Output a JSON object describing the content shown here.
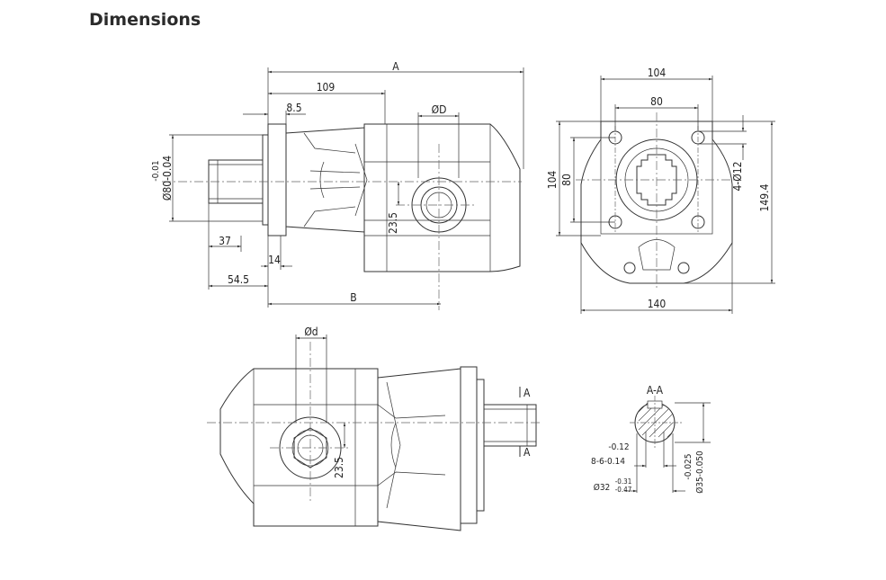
{
  "title": "Dimensions",
  "dimensions": {
    "side_view": {
      "overall_length": "A",
      "flange_to_center": "B",
      "body_length": "109",
      "flange_thickness": "8.5",
      "port_diameter": "ØD",
      "port_offset": "23.5",
      "shaft_length": "37",
      "shaft_to_flange": "54.5",
      "spigot": "14",
      "pilot_diameter": "Ø80-0.04",
      "pilot_tolerance": "-0.01"
    },
    "front_view": {
      "bolt_pitch_outer": "104",
      "bolt_pitch_inner": "80",
      "height_outer": "104",
      "height_inner": "80",
      "bolt_holes": "4-Ø12",
      "overall_height": "149.4",
      "overall_width": "140"
    },
    "top_view": {
      "port_diameter": "Ød",
      "port_offset": "23.5",
      "section_marker_top": "A",
      "section_marker_bottom": "A"
    },
    "section_view": {
      "label": "A-A",
      "spline_tolerance": "-0.12",
      "spline_spec": "8-6-0.14",
      "minor_diameter": "Ø32",
      "minor_tol_upper": "-0.31",
      "minor_tol_lower": "-0.47",
      "shaft_tol_upper": "-0.025",
      "shaft_diameter": "Ø35-0.050"
    }
  }
}
